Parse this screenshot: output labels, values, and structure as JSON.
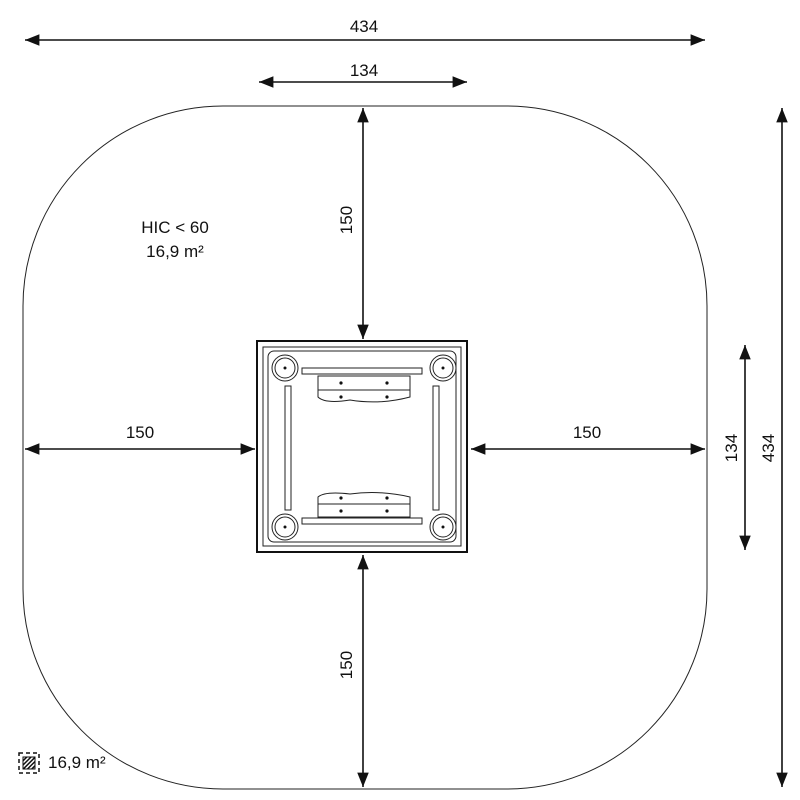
{
  "drawing": {
    "dimensions": {
      "overall_width": "434",
      "equipment_width": "134",
      "clearance_top": "150",
      "clearance_left": "150",
      "clearance_right": "150",
      "clearance_bottom": "150",
      "equipment_depth": "134",
      "overall_depth": "434"
    },
    "safety_zone": {
      "hic_label": "HIC < 60",
      "area": "16,9 m²"
    },
    "legend": {
      "icon": "hatched-area-icon",
      "area": "16,9 m²"
    }
  }
}
